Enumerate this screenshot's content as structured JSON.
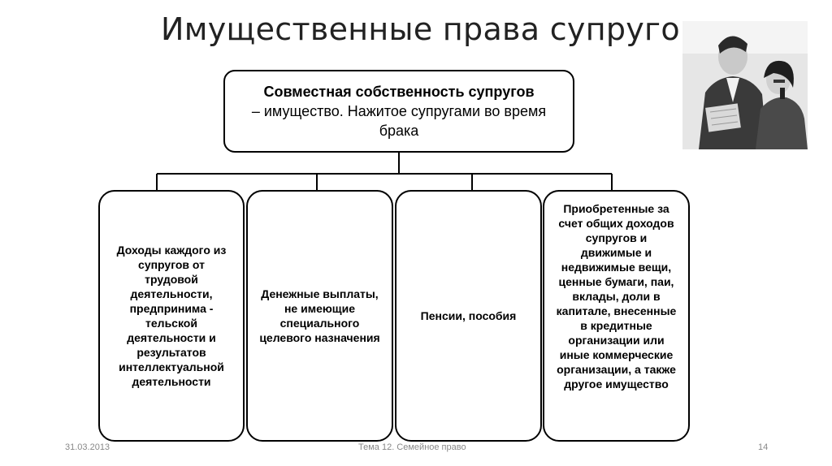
{
  "title": "Имущественные права супругов",
  "root": {
    "heading": "Совместная собственность супругов",
    "text": "– имущество. Нажитое супругами во время брака"
  },
  "children": [
    {
      "text": "Доходы каждого из супругов от трудовой деятельности, предпринима - тельской деятельности и результатов интеллектуальной деятельности"
    },
    {
      "text": "Денежные выплаты, не имеющие специального целевого назначения"
    },
    {
      "text": "Пенсии, пособия"
    },
    {
      "text": "Приобретенные за счет общих доходов супругов и движимые и недвижимые вещи, ценные бумаги, паи, вклады, доли в капитале, внесенные в кредитные организации или иные коммерческие организации, а также другое имущество"
    }
  ],
  "footer": {
    "date": "31.03.2013",
    "topic": "Тема 12. Семейное право",
    "page": "14"
  },
  "image": {
    "icon": "business-people-photo"
  }
}
